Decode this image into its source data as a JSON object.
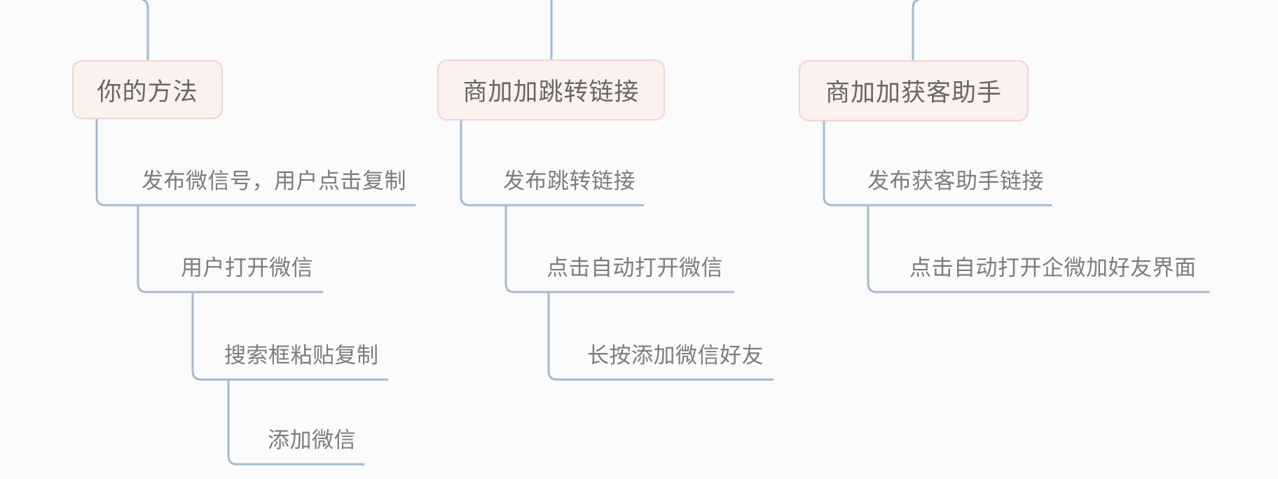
{
  "canvas": {
    "background": "#fbfbfb"
  },
  "palette": {
    "connector_line": "#a6bacf",
    "topic_fill": "#fdf1f0",
    "topic_border": "#f0d4d3",
    "topic_text": "#676767",
    "node_text": "#7d7d7d"
  },
  "mindmap": {
    "branches": [
      {
        "topic": "你的方法",
        "children": [
          "发布微信号，用户点击复制",
          "用户打开微信",
          "搜索框粘贴复制",
          "添加微信"
        ]
      },
      {
        "topic": "商加加跳转链接",
        "children": [
          "发布跳转链接",
          "点击自动打开微信",
          "长按添加微信好友"
        ]
      },
      {
        "topic": "商加加获客助手",
        "children": [
          "发布获客助手链接",
          "点击自动打开企微加好友界面"
        ]
      }
    ]
  }
}
